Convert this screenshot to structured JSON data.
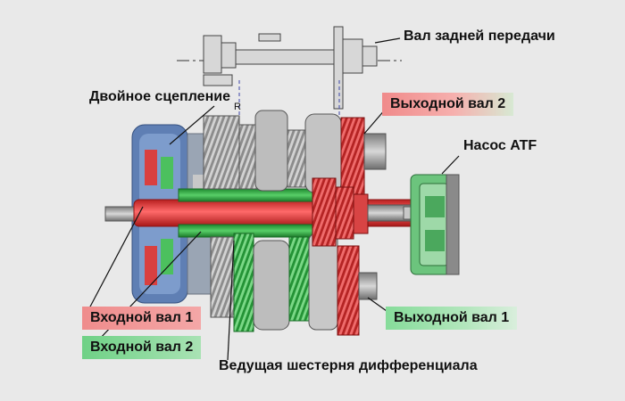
{
  "labels": {
    "reverse_shaft": "Вал задней передачи",
    "dual_clutch": "Двойное сцепление",
    "r_marker": "R",
    "output_shaft_2": "Выходной вал 2",
    "atf_pump": "Насос ATF",
    "input_shaft_1": "Входной вал 1",
    "input_shaft_2": "Входной вал 2",
    "output_shaft_1": "Выходной вал 1",
    "diff_drive_gear": "Ведущая шестерня дифференциала"
  },
  "colors": {
    "red_shaft": "#e53a3a",
    "green_shaft": "#38b24a",
    "blue_housing": "#6c8fc3",
    "gray_metal": "#9a9a9a",
    "background": "#e9e9e9"
  }
}
